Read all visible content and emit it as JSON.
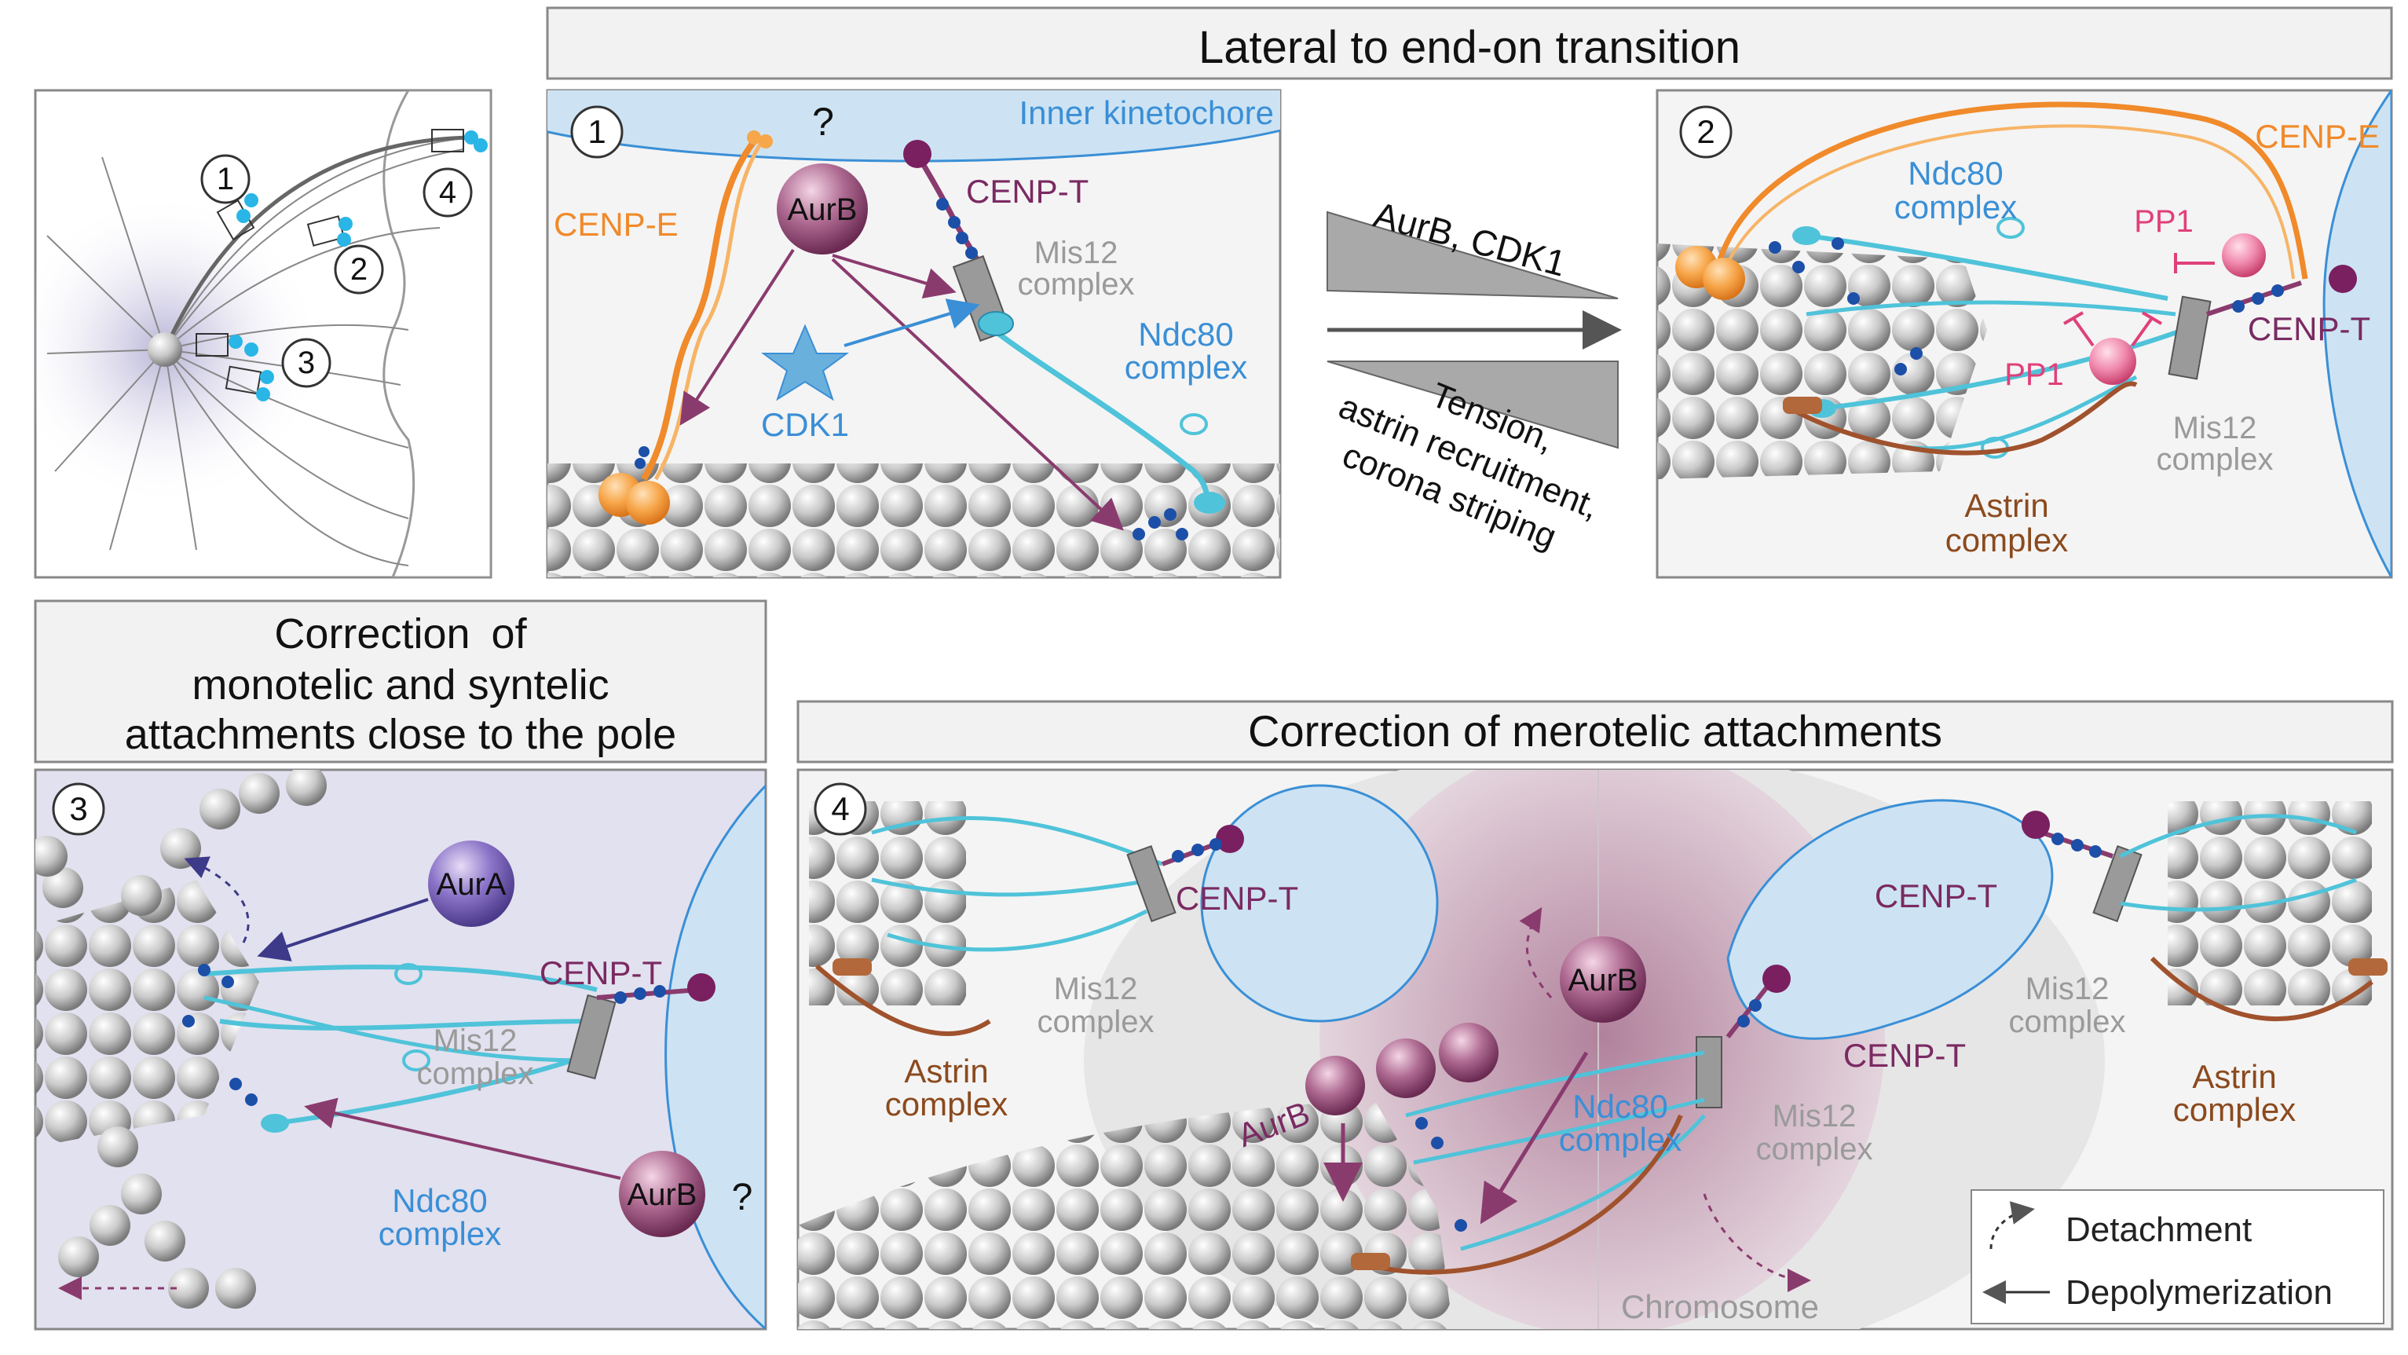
{
  "panels": {
    "p1": {
      "number": "1",
      "region": "Inner kinetochore",
      "question": "?",
      "cenpe": "CENP-E",
      "aurb": "AurB",
      "cenpt": "CENP-T",
      "mis12": [
        "Mis12",
        "complex"
      ],
      "cdk1": "CDK1",
      "ndc80": [
        "Ndc80",
        "complex"
      ]
    },
    "p2": {
      "number": "2",
      "cenpe": "CENP-E",
      "ndc80": [
        "Ndc80",
        "complex"
      ],
      "pp1": "PP1",
      "pp1b": "PP1",
      "cenpt": "CENP-T",
      "mis12": [
        "Mis12",
        "complex"
      ],
      "astrin": [
        "Astrin",
        "complex"
      ]
    },
    "p3": {
      "number": "3",
      "aura": "AurA",
      "cenpt": "CENP-T",
      "mis12": [
        "Mis12",
        "complex"
      ],
      "ndc80": [
        "Ndc80",
        "complex"
      ],
      "aurb": "AurB",
      "question": "?"
    },
    "p4": {
      "number": "4",
      "cenpt_left": "CENP-T",
      "cenpt_right": "CENP-T",
      "cenpt_mid": "CENP-T",
      "mis12_left": [
        "Mis12",
        "complex"
      ],
      "mis12_right": [
        "Mis12",
        "complex"
      ],
      "mis12_mid": [
        "Mis12",
        "complex"
      ],
      "astrin_left": [
        "Astrin",
        "complex"
      ],
      "astrin_right": [
        "Astrin",
        "complex"
      ],
      "aurb_top": "AurB",
      "aurb_left": "AurB",
      "ndc80": [
        "Ndc80",
        "complex"
      ],
      "chromosome": "Chromosome"
    }
  },
  "overview": {
    "labels": [
      "1",
      "2",
      "3",
      "4"
    ]
  },
  "titles": {
    "transition": "Lateral to end-on transition",
    "correction_pole": [
      "Correction",
      "of",
      "monotelic and syntelic",
      "attachments close to the pole"
    ],
    "merotelic": "Correction of merotelic attachments"
  },
  "transition_arrows": {
    "top_label": "AurB, CDK1",
    "bottom_label": [
      "Tension,",
      "astrin recruitment,",
      "corona striping"
    ]
  },
  "legend": {
    "detachment": "Detachment",
    "depolymerization": "Depolymerization"
  },
  "colors": {
    "kinetochore_blue": "#3a8fd6",
    "cenpe_orange": "#f08a2a",
    "aurb_purple": "#8a3b6e",
    "ndc80_cyan": "#4fc3d9",
    "astrin_brown": "#a0522d",
    "pp1_pink": "#e0407a"
  }
}
